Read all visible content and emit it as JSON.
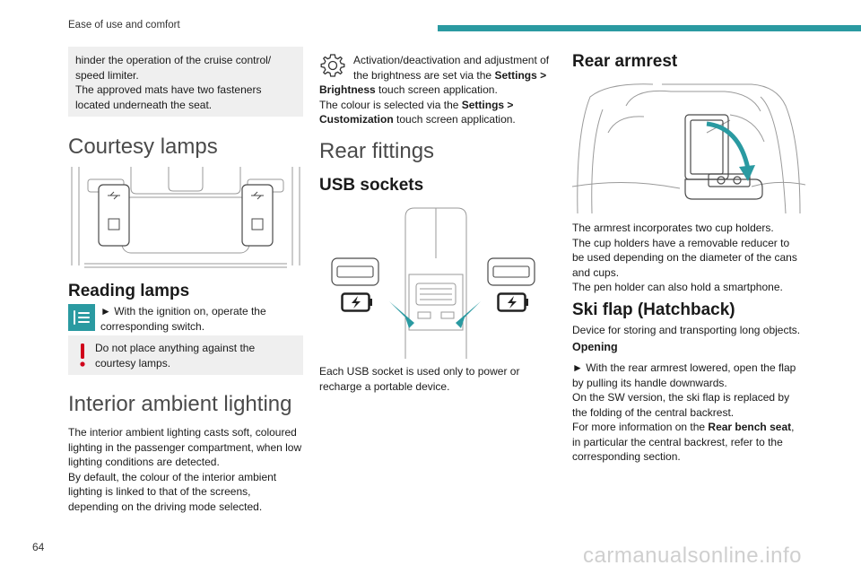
{
  "header": {
    "section": "Ease of use and comfort"
  },
  "page_number": "64",
  "watermark": "carmanualsonline.info",
  "col1": {
    "note_box": {
      "line1": "hinder the operation of the cruise control/",
      "line2": "speed limiter.",
      "line3": "The approved mats have two fasteners",
      "line4": "located underneath the seat."
    },
    "courtesy_lamps_title": "Courtesy lamps",
    "reading_lamps_title": "Reading lamps",
    "reading_lamps_step": {
      "line1": "► With the ignition on, operate the",
      "line2": "corresponding switch."
    },
    "warning": {
      "line1": "Do not place anything against the",
      "line2": "courtesy lamps."
    },
    "ambient_title": "Interior ambient lighting",
    "ambient_text": {
      "line1": "The interior ambient lighting casts soft, coloured",
      "line2": "lighting in the passenger compartment, when low",
      "line3": "lighting conditions are detected.",
      "line4": "By default, the colour of the interior ambient",
      "line5": "lighting is linked to that of the screens,",
      "line6": "depending on the driving mode selected."
    }
  },
  "col2": {
    "settings_note": {
      "line1": "Activation/deactivation and adjustment of",
      "line2": "the brightness are set via the ",
      "line2_bold": "Settings >",
      "line3_bold": "Brightness",
      "line3": " touch screen application.",
      "line4": "The colour is selected via the ",
      "line4_bold": "Settings >",
      "line5_bold": "Customization",
      "line5": " touch screen application."
    },
    "rear_fittings_title": "Rear fittings",
    "usb_title": "USB sockets",
    "usb_text": {
      "line1": "Each USB socket is used only to power or",
      "line2": "recharge a portable device."
    }
  },
  "col3": {
    "rear_armrest_title": "Rear armrest",
    "armrest_text": {
      "line1": "The armrest incorporates two cup holders.",
      "line2": "The cup holders have a removable reducer to",
      "line3": "be used depending on the diameter of the cans",
      "line4": "and cups.",
      "line5": "The pen holder can also hold a smartphone."
    },
    "ski_flap_title": "Ski flap (Hatchback)",
    "ski_flap_intro": "Device for storing and transporting long objects.",
    "opening_title": "Opening",
    "opening_text": {
      "line1": "► With the rear armrest lowered, open the flap",
      "line2": "by pulling its handle downwards.",
      "line3": "On the SW version, the ski flap is replaced by",
      "line4": "the folding of the central backrest.",
      "line5_pre": "For more information on the ",
      "line5_bold": "Rear bench seat",
      "line5_post": ",",
      "line6": "in particular the central backrest, refer to the",
      "line7": "corresponding section."
    }
  },
  "colors": {
    "accent": "#2a9aa1",
    "warning_red": "#d0021b",
    "box_gray": "#efefef"
  },
  "icons": [
    "gear-icon",
    "reading-lamp-icon",
    "warning-icon",
    "usb-charge-icon",
    "courtesy-lamp-icon"
  ]
}
